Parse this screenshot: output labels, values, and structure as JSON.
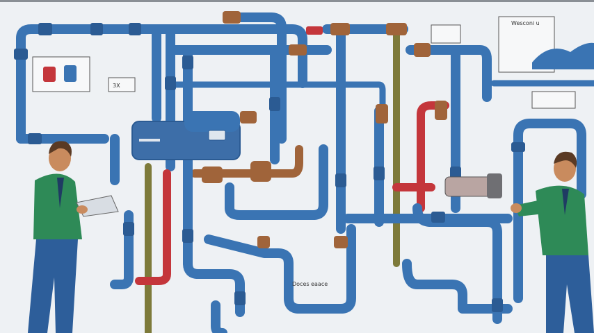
{
  "labels": {
    "top_left_panel": "",
    "mid_left_panel": "3X",
    "top_right_panel": "Wesconi u",
    "bottom_center": "Doces eaace",
    "bottom_left": "",
    "valve_mid": "",
    "right_panel": ""
  },
  "colors": {
    "background": "#eef1f4",
    "pipe_blue": "#3a74b3",
    "pipe_dark_blue": "#2b5b93",
    "pipe_red": "#c4363b",
    "pipe_olive": "#7d7a3a",
    "valve_copper": "#a0643a",
    "worker_shirt": "#2e8a57",
    "worker_pants": "#2d5e9a"
  }
}
